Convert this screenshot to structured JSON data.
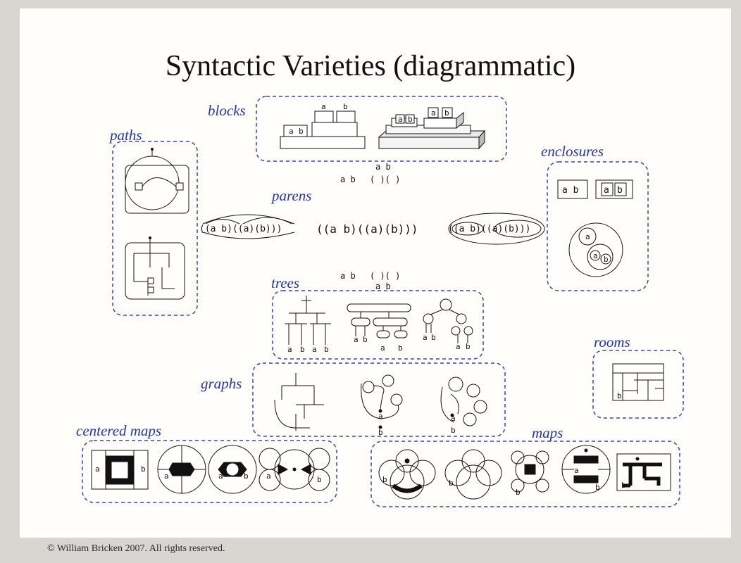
{
  "title": "Syntactic Varieties (diagrammatic)",
  "footer": "© William Bricken 2007.  All rights reserved.",
  "sections": {
    "blocks": "blocks",
    "paths": "paths",
    "enclosures": "enclosures",
    "parens": "parens",
    "trees": "trees",
    "graphs": "graphs",
    "rooms": "rooms",
    "centered_maps": "centered maps",
    "maps": "maps"
  },
  "parens": {
    "main": "((a b)((a)(b)))",
    "left": "((a b)((a)(b)))",
    "right": "((a b)((a)(b)))",
    "top_ab": "a b",
    "top_ab2": "a b",
    "top_pp": "( )( )",
    "paren_row_a": "(      )(      )",
    "paren_row_b": "(                    )"
  },
  "enclosures": {
    "box1": "a b",
    "box_a": "a",
    "box_b": "b"
  },
  "labels": {
    "a": "a",
    "b": "b"
  },
  "colors": {
    "frame": "#3344cc",
    "ink": "#111111",
    "label": "#2233bb",
    "background": "#d9d6d1"
  }
}
